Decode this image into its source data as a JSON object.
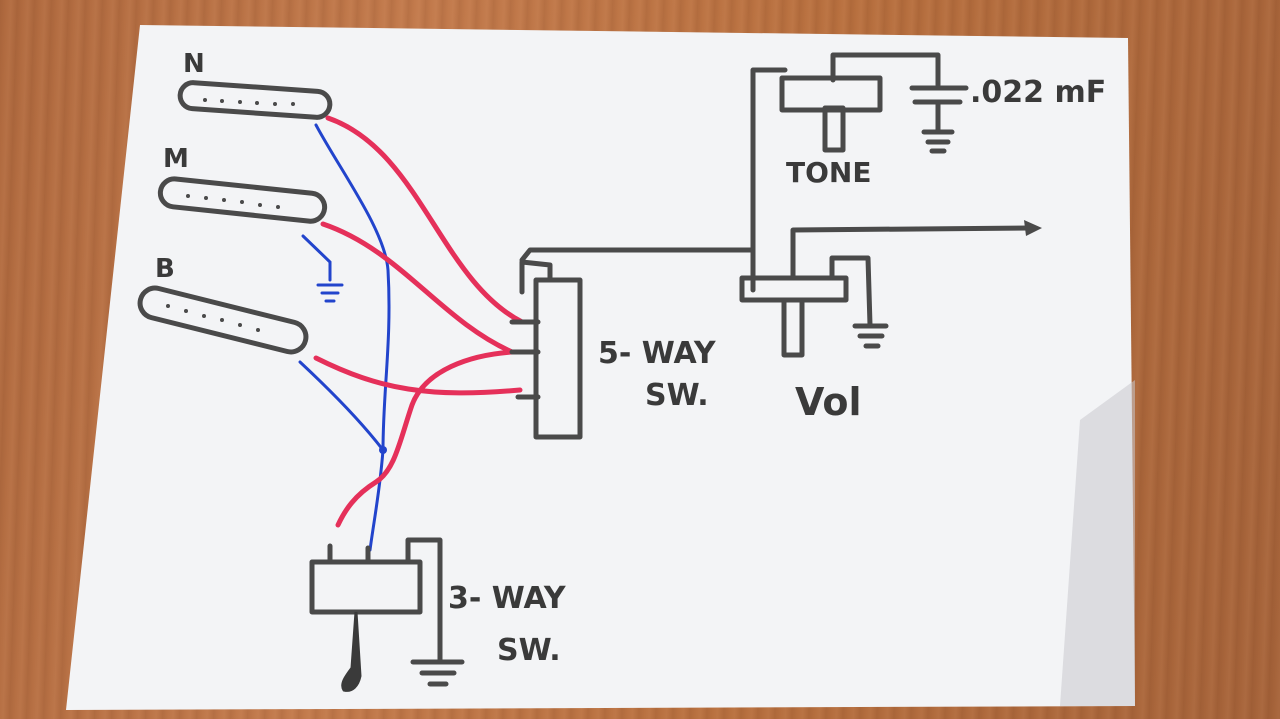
{
  "labels": {
    "neck": "N",
    "middle": "M",
    "bridge": "B",
    "five_way_1": "5- WAY",
    "five_way_2": "SW.",
    "three_way_1": "3- WAY",
    "three_way_2": "SW.",
    "tone": "TONE",
    "vol": "Vol",
    "cap": ".022 mF"
  },
  "colors": {
    "paper": "#f4f5f7",
    "ink": "#4a4a4a",
    "hot_wire": "#e5305a",
    "ground_wire": "#2244cc",
    "table": "#b8703f"
  }
}
